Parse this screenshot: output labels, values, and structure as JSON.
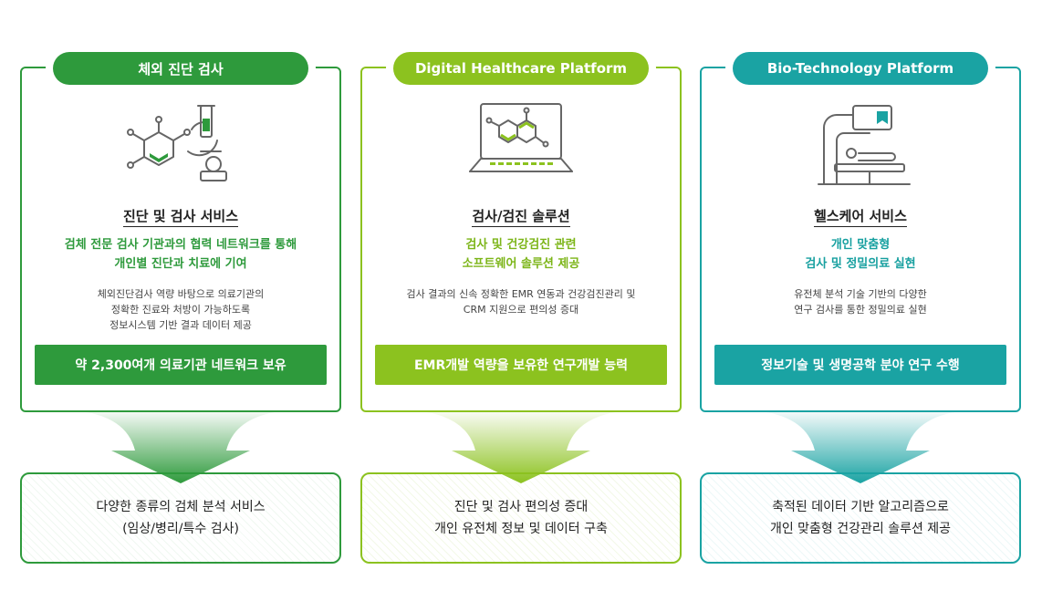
{
  "columns": [
    {
      "pill": "체외 진단 검사",
      "icon": "lab-molecule-microscope-icon",
      "service_title": "진단 및 검사 서비스",
      "highlight": [
        "검체 전문 검사 기관과의 협력 네트워크를 통해",
        "개인별 진단과 치료에 기여"
      ],
      "description": [
        "체외진단검사 역량 바탕으로 의료기관의",
        "정확한 진료와 처방이 가능하도록",
        "정보시스템 기반 결과 데이터 제공"
      ],
      "bar": "약 2,300여개 의료기관 네트워크 보유",
      "result": [
        "다양한 종류의 검체 분석 서비스",
        "(임상/병리/특수 검사)"
      ],
      "color": "#2e9a3c"
    },
    {
      "pill": "Digital Healthcare Platform",
      "icon": "laptop-molecule-icon",
      "service_title": "검사/검진 솔루션",
      "highlight": [
        "검사 및 건강검진 관련",
        "소프트웨어 솔루션 제공"
      ],
      "description": [
        "검사 결과의 신속 정확한 EMR 연동과 건강검진관리 및",
        "CRM 지원으로 편의성 증대"
      ],
      "bar": "EMR개발 역량을 보유한 연구개발 능력",
      "result": [
        "진단 및 검사 편의성 증대",
        "개인 유전체 정보 및 데이터 구축"
      ],
      "color": "#8cc21f"
    },
    {
      "pill": "Bio-Technology Platform",
      "icon": "medical-scanner-icon",
      "service_title": "헬스케어 서비스",
      "highlight": [
        "개인 맞춤형",
        "검사 및 정밀의료 실현"
      ],
      "description": [
        "유전체 분석 기술 기반의 다양한",
        "연구 검사를 통한 정밀의료 실현"
      ],
      "bar": "정보기술 및 생명공학 분야 연구 수행",
      "result": [
        "축적된 데이터 기반 알고리즘으로",
        "개인 맞춤형 건강관리 솔루션 제공"
      ],
      "color": "#1aa3a3"
    }
  ]
}
